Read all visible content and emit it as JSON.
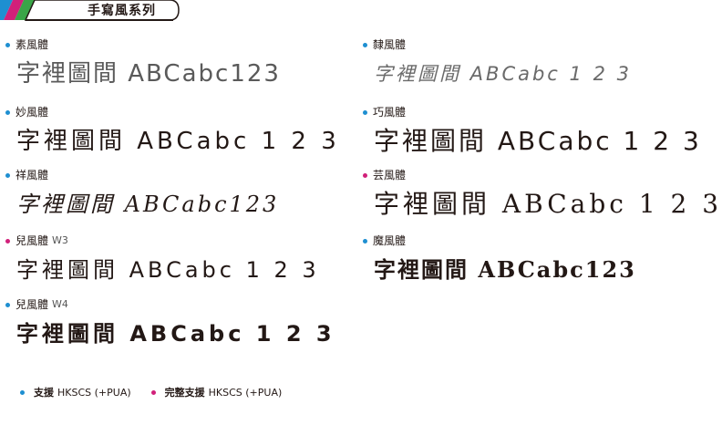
{
  "header": {
    "title": "手寫風系列",
    "stripe_colors": [
      "#1e8fd1",
      "#d1207a",
      "#3aa548"
    ]
  },
  "colors": {
    "blue": "#1e8fd1",
    "pink": "#d1207a"
  },
  "left_column": [
    {
      "name": "素風體",
      "weight": "",
      "dot": "blue",
      "sample": "字裡圖間 ABCabc123"
    },
    {
      "name": "妙風體",
      "weight": "",
      "dot": "blue",
      "sample": "字裡圖間 ABCabc 1 2 3"
    },
    {
      "name": "祥風體",
      "weight": "",
      "dot": "blue",
      "sample": "字裡圖間 ABCabc123"
    },
    {
      "name": "兒風體",
      "weight": "W3",
      "dot": "pink",
      "sample": "字裡圖間 ABCabc 1 2 3"
    },
    {
      "name": "兒風體",
      "weight": "W4",
      "dot": "blue",
      "sample": "字裡圖間 ABCabc 1 2 3"
    }
  ],
  "right_column": [
    {
      "name": "隸風體",
      "weight": "",
      "dot": "blue",
      "sample": "字裡圖間 ABCabc 1 2 3"
    },
    {
      "name": "巧風體",
      "weight": "",
      "dot": "blue",
      "sample": "字裡圖間 ABCabc 1 2 3"
    },
    {
      "name": "芸風體",
      "weight": "",
      "dot": "pink",
      "sample": "字裡圖間 ABCabc 1 2 3"
    },
    {
      "name": "魔風體",
      "weight": "",
      "dot": "blue",
      "sample": "字裡圖間 ABCabc123"
    }
  ],
  "legend": [
    {
      "dot": "blue",
      "cjk": "支援",
      "text": "HKSCS (+PUA)"
    },
    {
      "dot": "pink",
      "cjk": "完整支援",
      "text": "HKSCS (+PUA)"
    }
  ]
}
